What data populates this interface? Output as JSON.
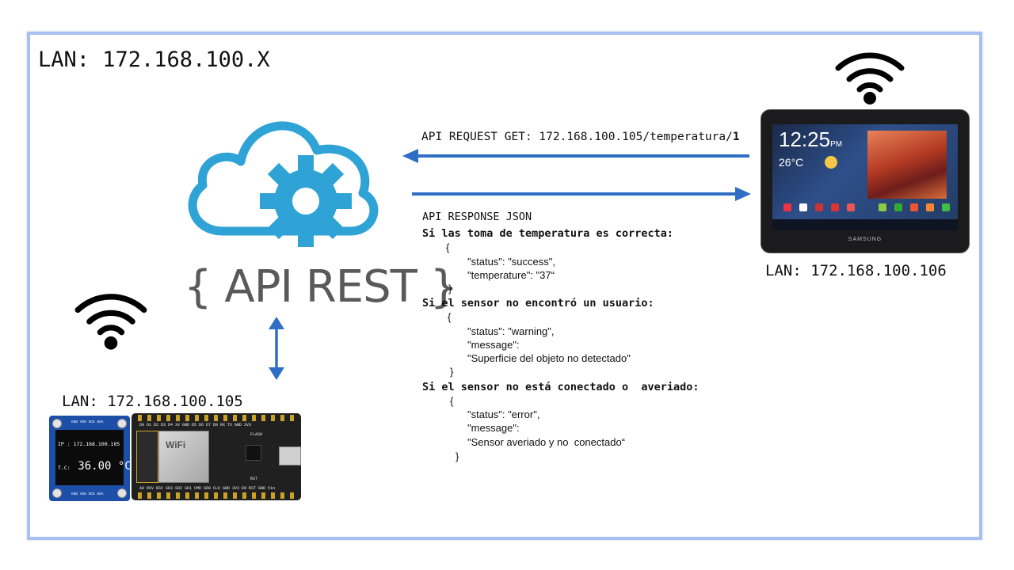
{
  "lan_main": "LAN: 172.168.100.X",
  "lan_tablet": "LAN: 172.168.100.106",
  "lan_node": "LAN: 172.168.100.105",
  "request": {
    "text": "API REQUEST GET: 172.168.100.105/temperatura/",
    "id": "1"
  },
  "api_rest_label": "{ API REST }",
  "response": {
    "title": "API RESPONSE JSON",
    "cases": [
      {
        "heading": "Si las toma de temperatura es correcta:",
        "open": "{",
        "lines": [
          "\"status\": \"success\",",
          "\"temperature\": \"37“"
        ],
        "close": "}"
      },
      {
        "heading": "Si el sensor no encontró un usuario:",
        "open": "{",
        "lines": [
          "\"status\": \"warning\",",
          "\"message\":",
          "\"Superficie del objeto no detectado\""
        ],
        "close": "}"
      },
      {
        "heading": "Si el sensor no está conectado o  averiado:",
        "open": "{",
        "lines": [
          "\"status\": \"error\",",
          "\"message\":",
          "\"Sensor averiado y no  conectado“"
        ],
        "close": "}"
      }
    ]
  },
  "tablet": {
    "clock": "12:25",
    "ampm": "PM",
    "temp": "26°C",
    "brand": "SAMSUNG"
  },
  "oled": {
    "pins_top": "GND VDD SCK SDA",
    "pins_bottom": "GND VDD SCK SDA",
    "ip_line": "IP : 172.168.100.105",
    "tc_label": "T.C:",
    "tc_value": "36.00 °C"
  },
  "mcu": {
    "wifi_label": "WiFi",
    "pin_labels_top": "D0 D1 D2 D3 D4 3V GND D5 D6 D7 D8 RX TX GND 3V3",
    "pin_labels_bottom": "A0 RSV RSV SD3 SD2 SD1 CMD SD0 CLK GND 3V3 EN RST GND Vin",
    "flash_label": "FLASH",
    "rst_label": "RST"
  },
  "colors": {
    "frame": "#a9c1f0",
    "arrow_blue": "#2f6ec4",
    "cloud": "#2fa3d6",
    "cloud_fill": "#ffffff",
    "text": "#111111"
  },
  "icons": [
    "cloud-gear-icon",
    "wifi-icon",
    "arrow-left-icon",
    "arrow-right-icon",
    "arrow-updown-icon",
    "tablet-device",
    "oled-display",
    "nodemcu-board"
  ]
}
